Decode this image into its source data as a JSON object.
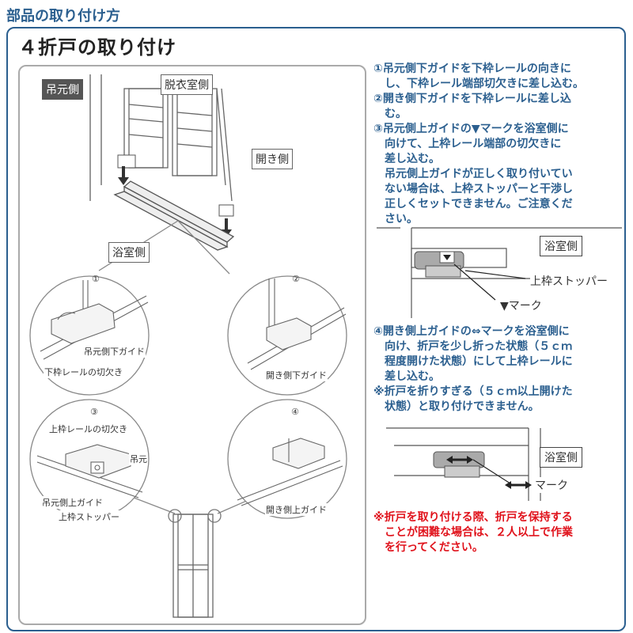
{
  "header": {
    "title": "部品の取り付け方"
  },
  "section": {
    "title": "４折戸の取り付け"
  },
  "diagram": {
    "labels": {
      "tsurimoto": "吊元側",
      "datsui": "脱衣室側",
      "hiraki": "開き側",
      "yokushitsu": "浴室側"
    },
    "circles": [
      {
        "num": "①",
        "labels": [
          "吊元側下ガイド",
          "下枠レールの切欠き"
        ]
      },
      {
        "num": "②",
        "labels": [
          "開き側下ガイド"
        ]
      },
      {
        "num": "③",
        "labels": [
          "上枠レールの切欠き",
          "吊元",
          "吊元側上ガイド",
          "上枠ストッパー"
        ]
      },
      {
        "num": "④",
        "labels": [
          "開き側上ガイド"
        ]
      }
    ]
  },
  "steps": [
    {
      "lines": [
        "①吊元側下ガイドを下枠レールの向きに",
        "　し、下枠レール端部切欠きに差し込む。"
      ]
    },
    {
      "lines": [
        "②開き側下ガイドを下枠レールに差し込",
        "　む。"
      ]
    },
    {
      "lines": [
        "③吊元側上ガイドの▼マークを浴室側に",
        "　向けて、上枠レール端部の切欠きに",
        "　差し込む。",
        "　吊元側上ガイドが正しく取り付いてい",
        "　ない場合は、上枠ストッパーと干渉し",
        "　正しくセットできません。ご注意くだ",
        "　さい。"
      ]
    },
    {
      "lines": [
        "④開き側上ガイドの⇔マークを浴室側に",
        "　向け、折戸を少し折った状態（５ｃｍ",
        "　程度開けた状態）にして上枠レールに",
        "　差し込む。"
      ]
    },
    {
      "lines": [
        "※折戸を折りすぎる（５ｃｍ以上開けた",
        "　状態）と取り付けできません。"
      ]
    }
  ],
  "detail1": {
    "label_room": "浴室側",
    "label_stopper": "上枠ストッパー",
    "label_mark": "▼マーク"
  },
  "detail2": {
    "label_room": "浴室側",
    "label_mark": "マーク"
  },
  "warning": {
    "lines": [
      "※折戸を取り付ける際、折戸を保持する",
      "　ことが困難な場合は、２人以上で作業",
      "　を行ってください。"
    ]
  },
  "colors": {
    "accent": "#2b5f8f",
    "warning": "#e0121b"
  }
}
